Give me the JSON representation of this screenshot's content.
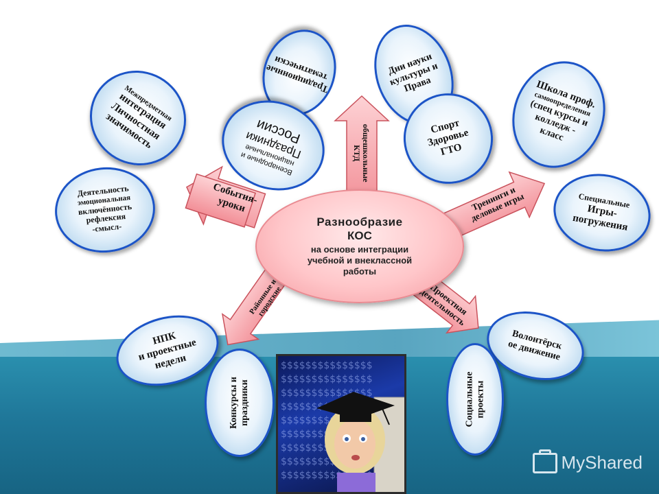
{
  "center": {
    "title": "Разнообразие",
    "subtitle": "КОС",
    "description_lines": [
      "на основе интеграции",
      "учебной и внеклассной",
      "работы"
    ]
  },
  "arrows": {
    "up": {
      "lines": [
        "общешкольные",
        "КТД"
      ]
    },
    "left": {
      "lines": [
        "События-",
        "уроки"
      ]
    },
    "right": {
      "lines": [
        "Тренинги и",
        "деловые игры"
      ]
    },
    "down_left": {
      "lines": [
        "Районные и",
        "городские"
      ]
    },
    "down_right": {
      "lines": [
        "Проектная",
        "деятельность"
      ]
    }
  },
  "bubbles": {
    "traditional": {
      "lines": [
        "Традиционные",
        "тематически"
      ]
    },
    "days": {
      "lines": [
        "Дни науки",
        "культуры и",
        "Права"
      ]
    },
    "holidays": {
      "lines": [
        "Всенародные и",
        "национальные",
        "Праздники",
        "России"
      ]
    },
    "sport": {
      "lines": [
        "Спорт",
        "Здоровье",
        "ГТО"
      ]
    },
    "integration": {
      "lines": [
        "Межпредметная",
        "интеграция",
        "Личностная",
        "значимость"
      ]
    },
    "school": {
      "lines": [
        "Школа проф.",
        "самоопределения",
        "(спец курсы и",
        "колледж -",
        "класс"
      ]
    },
    "activity": {
      "lines": [
        "Деятельность",
        "эмоциональная",
        "включённость",
        "рефлексия",
        "-смысл-"
      ]
    },
    "games": {
      "lines": [
        "Специальные",
        "Игры-",
        "погружения"
      ]
    },
    "npk": {
      "lines": [
        "НПК",
        "и проектные",
        "недели"
      ]
    },
    "volunteer": {
      "lines": [
        "Волонтёрск",
        "ое движение"
      ]
    },
    "contests": {
      "lines": [
        "Конкурсы и",
        "праздники"
      ]
    },
    "social": {
      "lines": [
        "Социальные",
        "проекты"
      ]
    }
  },
  "watermark": {
    "text": "MyShared",
    "icon": "myshared-logo-icon"
  },
  "colors": {
    "bubble_border": "#1c54c7",
    "center_fill": "#ffc6c9",
    "arrow_fill": "#f7a4a9",
    "band": "#1f7799"
  }
}
